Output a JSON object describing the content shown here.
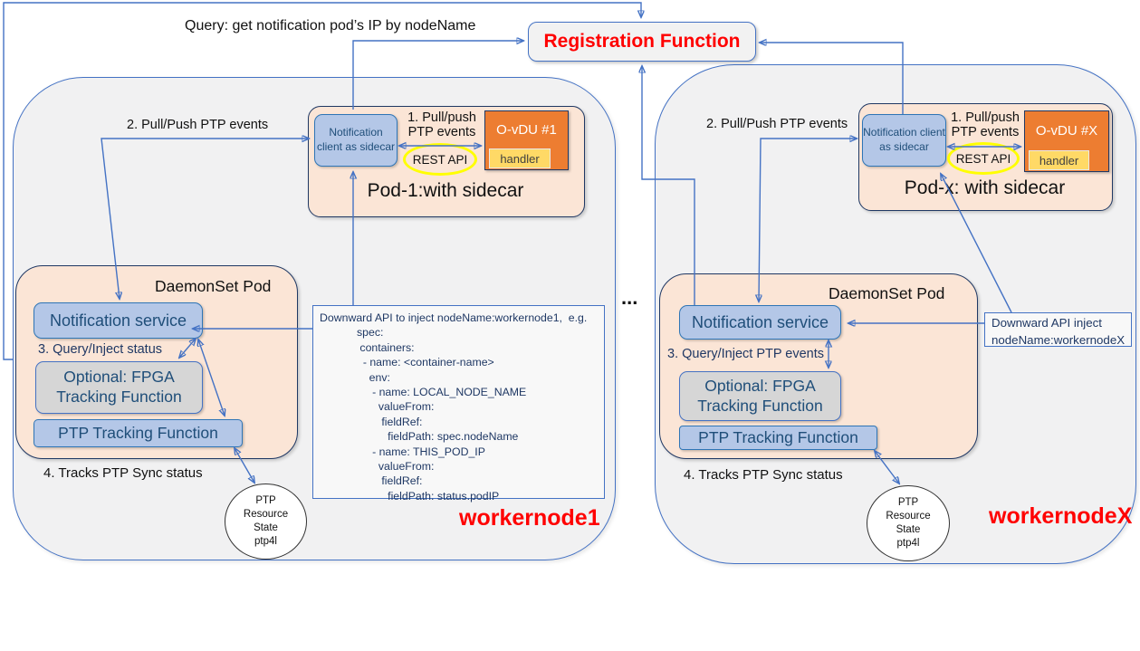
{
  "header": {
    "query_label": "Query: get notification pod’s IP by nodeName",
    "registration_title": "Registration Function"
  },
  "separator": {
    "ellipsis": "..."
  },
  "colors": {
    "line_blue": "#4472c4",
    "box_blue": "#b4c7e7",
    "peach": "#fbe5d6",
    "orange": "#ed7d31",
    "yellow": "#ffd966",
    "ellipse_yellow": "#ffff00",
    "red": "#ff0000",
    "node_gray": "#f1f1f2"
  },
  "node1": {
    "name": "workernode1",
    "pull_push_events_label": "2. Pull/Push PTP events",
    "pod": {
      "title": "Pod-1:with sidecar",
      "client_label": "Notification client as sidecar",
      "pull_push_label": "1. Pull/push PTP events",
      "rest_api": "REST API",
      "ovdu": "O-vDU #1",
      "handler": "handler"
    },
    "daemonset": {
      "title": "DaemonSet Pod",
      "service": "Notification service",
      "step3": "3. Query/Inject status",
      "fpga": "Optional: FPGA\nTracking  Function",
      "ptp": "PTP Tracking Function"
    },
    "step4": "4. Tracks PTP Sync status",
    "circle": "PTP\nResource\nState\nptp4l",
    "downward_api": "Downward API to inject nodeName:workernode1,  e.g.\n            spec:\n             containers:\n              - name: <container-name>\n                env:\n                 - name: LOCAL_NODE_NAME\n                   valueFrom:\n                    fieldRef:\n                      fieldPath: spec.nodeName\n                 - name: THIS_POD_IP\n                   valueFrom:\n                    fieldRef:\n                      fieldPath: status.podIP"
  },
  "nodex": {
    "name": "workernodeX",
    "pull_push_events_label": "2. Pull/Push PTP events",
    "pod": {
      "title": "Pod-x: with sidecar",
      "client_label": "Notification client as sidecar",
      "pull_push_label": "1. Pull/push PTP events",
      "rest_api": "REST API",
      "ovdu": "O-vDU #X",
      "handler": "handler"
    },
    "daemonset": {
      "title": "DaemonSet Pod",
      "service": "Notification service",
      "step3": "3. Query/Inject PTP events",
      "fpga": "Optional: FPGA\nTracking Function",
      "ptp": "PTP Tracking Function"
    },
    "step4": "4. Tracks PTP Sync status",
    "circle": "PTP\nResource\nState\nptp4l",
    "downward_api": "Downward API inject\nnodeName:workernodeX"
  }
}
